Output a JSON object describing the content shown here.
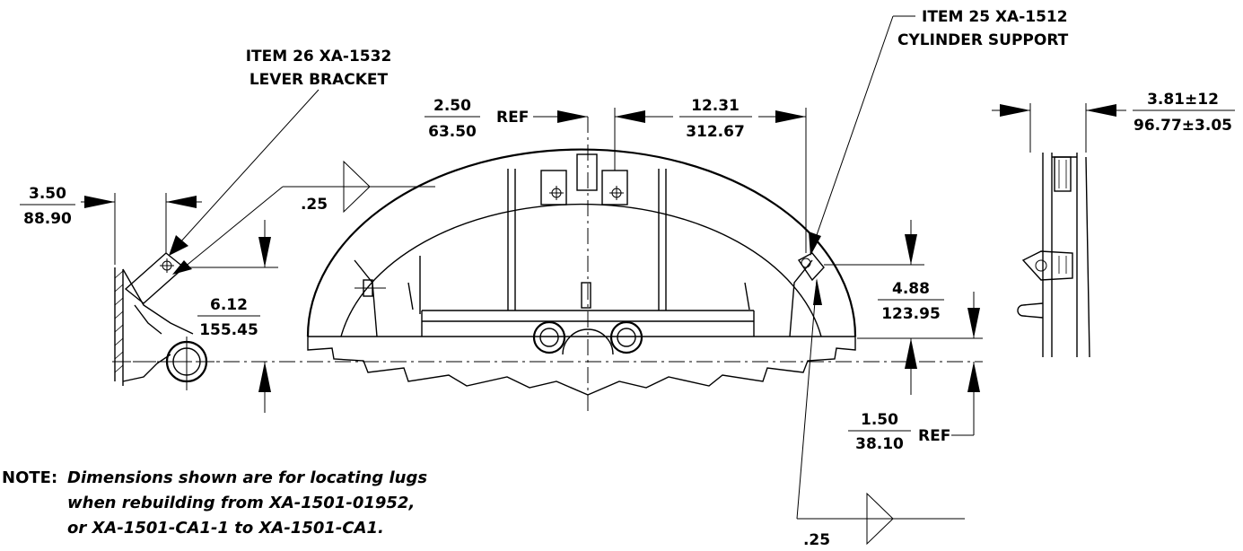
{
  "callouts": {
    "item26_line1": "ITEM 26 XA-1532",
    "item26_line2": "LEVER BRACKET",
    "item25_line1": "ITEM 25 XA-1512",
    "item25_line2": "CYLINDER SUPPORT"
  },
  "dimensions": {
    "d_350_in": "3.50",
    "d_350_mm": "88.90",
    "d_250_in": "2.50",
    "d_250_mm": "63.50",
    "d_250_ref": "REF",
    "d_1231_in": "12.31",
    "d_1231_mm": "312.67",
    "d_381_in": "3.81±12",
    "d_381_mm": "96.77±3.05",
    "d_612_in": "6.12",
    "d_612_mm": "155.45",
    "d_488_in": "4.88",
    "d_488_mm": "123.95",
    "d_150_in": "1.50",
    "d_150_mm": "38.10",
    "d_150_ref": "REF"
  },
  "welds": {
    "weld_top": ".25",
    "weld_bottom": ".25"
  },
  "note": {
    "label": "NOTE:",
    "line1": "Dimensions shown are for locating lugs",
    "line2": "when rebuilding from XA-1501-01952,",
    "line3": "or XA-1501-CA1-1 to XA-1501-CA1."
  }
}
